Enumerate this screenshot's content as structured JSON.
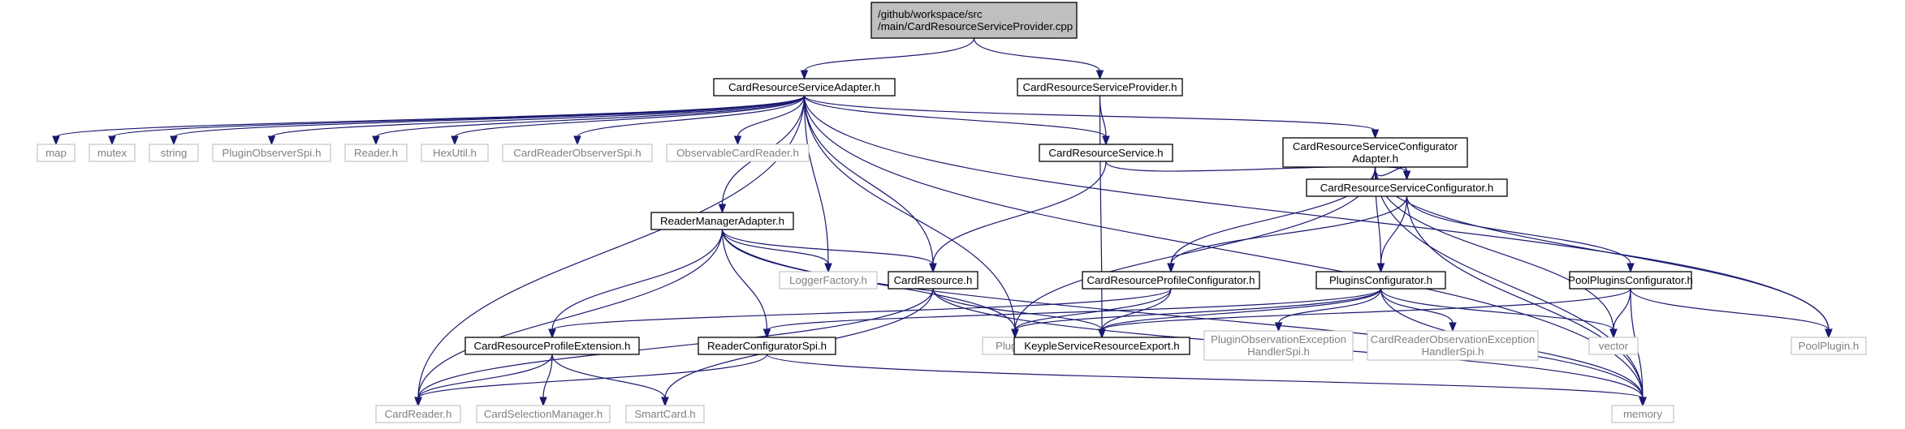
{
  "diagram": {
    "nodes": [
      {
        "id": "root",
        "lines": [
          "/github/workspace/src",
          "/main/CardResourceServiceProvider.cpp"
        ],
        "kind": "root"
      },
      {
        "id": "adapter",
        "lines": [
          "CardResourceServiceAdapter.h"
        ],
        "kind": "strong"
      },
      {
        "id": "provider",
        "lines": [
          "CardResourceServiceProvider.h"
        ],
        "kind": "strong"
      },
      {
        "id": "map",
        "lines": [
          "map"
        ],
        "kind": "light"
      },
      {
        "id": "mutex",
        "lines": [
          "mutex"
        ],
        "kind": "light"
      },
      {
        "id": "string",
        "lines": [
          "string"
        ],
        "kind": "light"
      },
      {
        "id": "pluginObserverSpi",
        "lines": [
          "PluginObserverSpi.h"
        ],
        "kind": "light"
      },
      {
        "id": "readerH",
        "lines": [
          "Reader.h"
        ],
        "kind": "light"
      },
      {
        "id": "hexUtil",
        "lines": [
          "HexUtil.h"
        ],
        "kind": "light"
      },
      {
        "id": "cardReaderObserverSpi",
        "lines": [
          "CardReaderObserverSpi.h"
        ],
        "kind": "light"
      },
      {
        "id": "observableCardReader",
        "lines": [
          "ObservableCardReader.h"
        ],
        "kind": "light"
      },
      {
        "id": "service",
        "lines": [
          "CardResourceService.h"
        ],
        "kind": "strong"
      },
      {
        "id": "configAdapter",
        "lines": [
          "CardResourceServiceConfigurator",
          "Adapter.h"
        ],
        "kind": "strong"
      },
      {
        "id": "readerManager",
        "lines": [
          "ReaderManagerAdapter.h"
        ],
        "kind": "strong"
      },
      {
        "id": "configurator",
        "lines": [
          "CardResourceServiceConfigurator.h"
        ],
        "kind": "strong"
      },
      {
        "id": "loggerFactory",
        "lines": [
          "LoggerFactory.h"
        ],
        "kind": "light"
      },
      {
        "id": "cardResource",
        "lines": [
          "CardResource.h"
        ],
        "kind": "strong"
      },
      {
        "id": "profileConfigurator",
        "lines": [
          "CardResourceProfileConfigurator.h"
        ],
        "kind": "strong"
      },
      {
        "id": "pluginsConfigurator",
        "lines": [
          "PluginsConfigurator.h"
        ],
        "kind": "strong"
      },
      {
        "id": "poolPluginsConfigurator",
        "lines": [
          "PoolPluginsConfigurator.h"
        ],
        "kind": "strong"
      },
      {
        "id": "profileExtension",
        "lines": [
          "CardResourceProfileExtension.h"
        ],
        "kind": "strong"
      },
      {
        "id": "readerConfiguratorSpi",
        "lines": [
          "ReaderConfiguratorSpi.h"
        ],
        "kind": "strong"
      },
      {
        "id": "pluginH",
        "lines": [
          "Plugin.h"
        ],
        "kind": "light"
      },
      {
        "id": "keypleExport",
        "lines": [
          "KeypleServiceResourceExport.h"
        ],
        "kind": "strong"
      },
      {
        "id": "pluginObsHandler",
        "lines": [
          "PluginObservationException",
          "HandlerSpi.h"
        ],
        "kind": "light"
      },
      {
        "id": "cardReaderObsHandler",
        "lines": [
          "CardReaderObservationException",
          "HandlerSpi.h"
        ],
        "kind": "light"
      },
      {
        "id": "vector",
        "lines": [
          "vector"
        ],
        "kind": "light"
      },
      {
        "id": "poolPlugin",
        "lines": [
          "PoolPlugin.h"
        ],
        "kind": "light"
      },
      {
        "id": "cardReader",
        "lines": [
          "CardReader.h"
        ],
        "kind": "light"
      },
      {
        "id": "cardSelectionManager",
        "lines": [
          "CardSelectionManager.h"
        ],
        "kind": "light"
      },
      {
        "id": "smartCard",
        "lines": [
          "SmartCard.h"
        ],
        "kind": "light"
      },
      {
        "id": "memory",
        "lines": [
          "memory"
        ],
        "kind": "light"
      }
    ],
    "edges": [
      {
        "from": "root",
        "to": "adapter"
      },
      {
        "from": "root",
        "to": "provider"
      },
      {
        "from": "adapter",
        "to": "map"
      },
      {
        "from": "adapter",
        "to": "mutex"
      },
      {
        "from": "adapter",
        "to": "string"
      },
      {
        "from": "adapter",
        "to": "pluginObserverSpi"
      },
      {
        "from": "adapter",
        "to": "readerH"
      },
      {
        "from": "adapter",
        "to": "hexUtil"
      },
      {
        "from": "adapter",
        "to": "cardReaderObserverSpi"
      },
      {
        "from": "adapter",
        "to": "observableCardReader"
      },
      {
        "from": "adapter",
        "to": "service"
      },
      {
        "from": "adapter",
        "to": "configAdapter"
      },
      {
        "from": "adapter",
        "to": "readerManager"
      },
      {
        "from": "adapter",
        "to": "loggerFactory"
      },
      {
        "from": "adapter",
        "to": "cardResource"
      },
      {
        "from": "adapter",
        "to": "pluginH"
      },
      {
        "from": "adapter",
        "to": "poolPlugin"
      },
      {
        "from": "adapter",
        "to": "memory"
      },
      {
        "from": "adapter",
        "to": "cardReader"
      },
      {
        "from": "provider",
        "to": "service"
      },
      {
        "from": "provider",
        "to": "keypleExport"
      },
      {
        "from": "service",
        "to": "cardResource"
      },
      {
        "from": "service",
        "to": "configurator"
      },
      {
        "from": "configAdapter",
        "to": "configurator"
      },
      {
        "from": "configAdapter",
        "to": "profileConfigurator"
      },
      {
        "from": "configAdapter",
        "to": "pluginsConfigurator"
      },
      {
        "from": "configAdapter",
        "to": "pluginH"
      },
      {
        "from": "configAdapter",
        "to": "vector"
      },
      {
        "from": "configAdapter",
        "to": "poolPlugin"
      },
      {
        "from": "configAdapter",
        "to": "memory"
      },
      {
        "from": "configurator",
        "to": "profileConfigurator"
      },
      {
        "from": "configurator",
        "to": "pluginsConfigurator"
      },
      {
        "from": "configurator",
        "to": "poolPluginsConfigurator"
      },
      {
        "from": "configurator",
        "to": "memory"
      },
      {
        "from": "readerManager",
        "to": "loggerFactory"
      },
      {
        "from": "readerManager",
        "to": "cardResource"
      },
      {
        "from": "readerManager",
        "to": "profileExtension"
      },
      {
        "from": "readerManager",
        "to": "readerConfiguratorSpi"
      },
      {
        "from": "readerManager",
        "to": "pluginH"
      },
      {
        "from": "readerManager",
        "to": "cardReader"
      },
      {
        "from": "readerManager",
        "to": "memory"
      },
      {
        "from": "cardResource",
        "to": "cardReader"
      },
      {
        "from": "cardResource",
        "to": "smartCard"
      },
      {
        "from": "cardResource",
        "to": "keypleExport"
      },
      {
        "from": "cardResource",
        "to": "memory"
      },
      {
        "from": "profileConfigurator",
        "to": "profileExtension"
      },
      {
        "from": "profileConfigurator",
        "to": "pluginH"
      },
      {
        "from": "profileConfigurator",
        "to": "keypleExport"
      },
      {
        "from": "pluginsConfigurator",
        "to": "pluginH"
      },
      {
        "from": "pluginsConfigurator",
        "to": "readerConfiguratorSpi"
      },
      {
        "from": "pluginsConfigurator",
        "to": "keypleExport"
      },
      {
        "from": "pluginsConfigurator",
        "to": "pluginObsHandler"
      },
      {
        "from": "pluginsConfigurator",
        "to": "cardReaderObsHandler"
      },
      {
        "from": "pluginsConfigurator",
        "to": "vector"
      },
      {
        "from": "pluginsConfigurator",
        "to": "memory"
      },
      {
        "from": "poolPluginsConfigurator",
        "to": "keypleExport"
      },
      {
        "from": "poolPluginsConfigurator",
        "to": "vector"
      },
      {
        "from": "poolPluginsConfigurator",
        "to": "poolPlugin"
      },
      {
        "from": "poolPluginsConfigurator",
        "to": "memory"
      },
      {
        "from": "profileExtension",
        "to": "cardReader"
      },
      {
        "from": "profileExtension",
        "to": "cardSelectionManager"
      },
      {
        "from": "profileExtension",
        "to": "smartCard"
      },
      {
        "from": "readerConfiguratorSpi",
        "to": "cardReader"
      },
      {
        "from": "readerConfiguratorSpi",
        "to": "memory"
      }
    ]
  }
}
